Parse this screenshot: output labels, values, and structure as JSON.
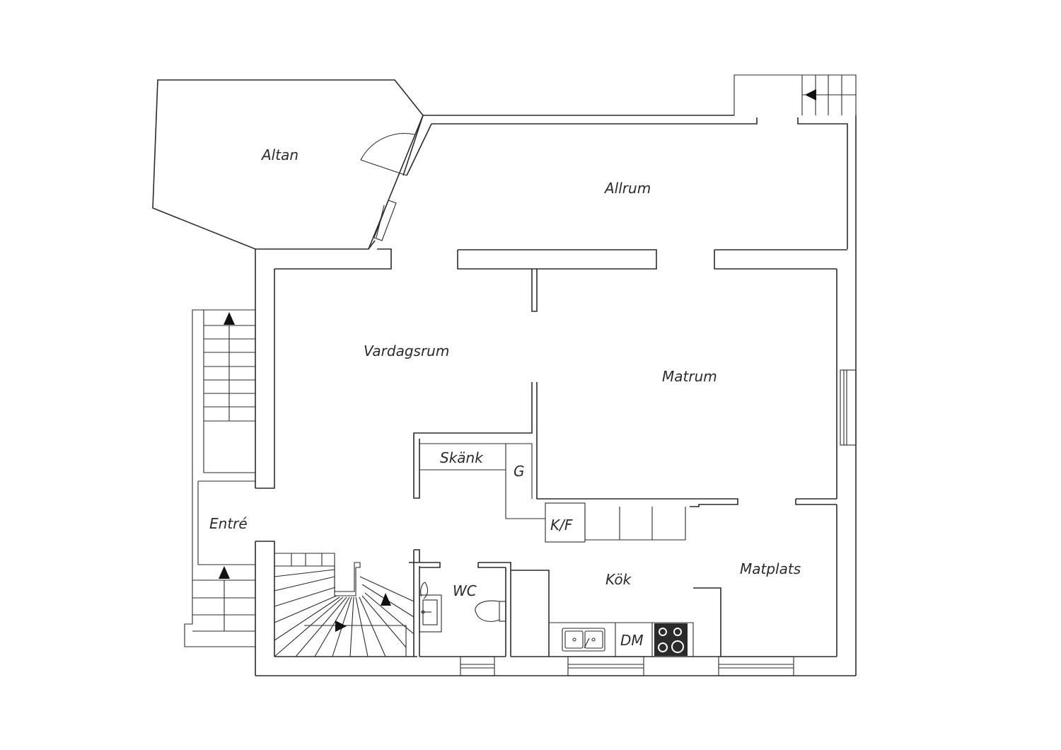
{
  "plan": {
    "rooms": {
      "altan": "Altan",
      "allrum": "Allrum",
      "vardagsrum": "Vardagsrum",
      "matrum": "Matrum",
      "entre": "Entré",
      "skank": "Skänk",
      "g": "G",
      "kf": "K/F",
      "wc": "WC",
      "kok": "Kök",
      "matplats": "Matplats",
      "dm": "DM"
    }
  }
}
